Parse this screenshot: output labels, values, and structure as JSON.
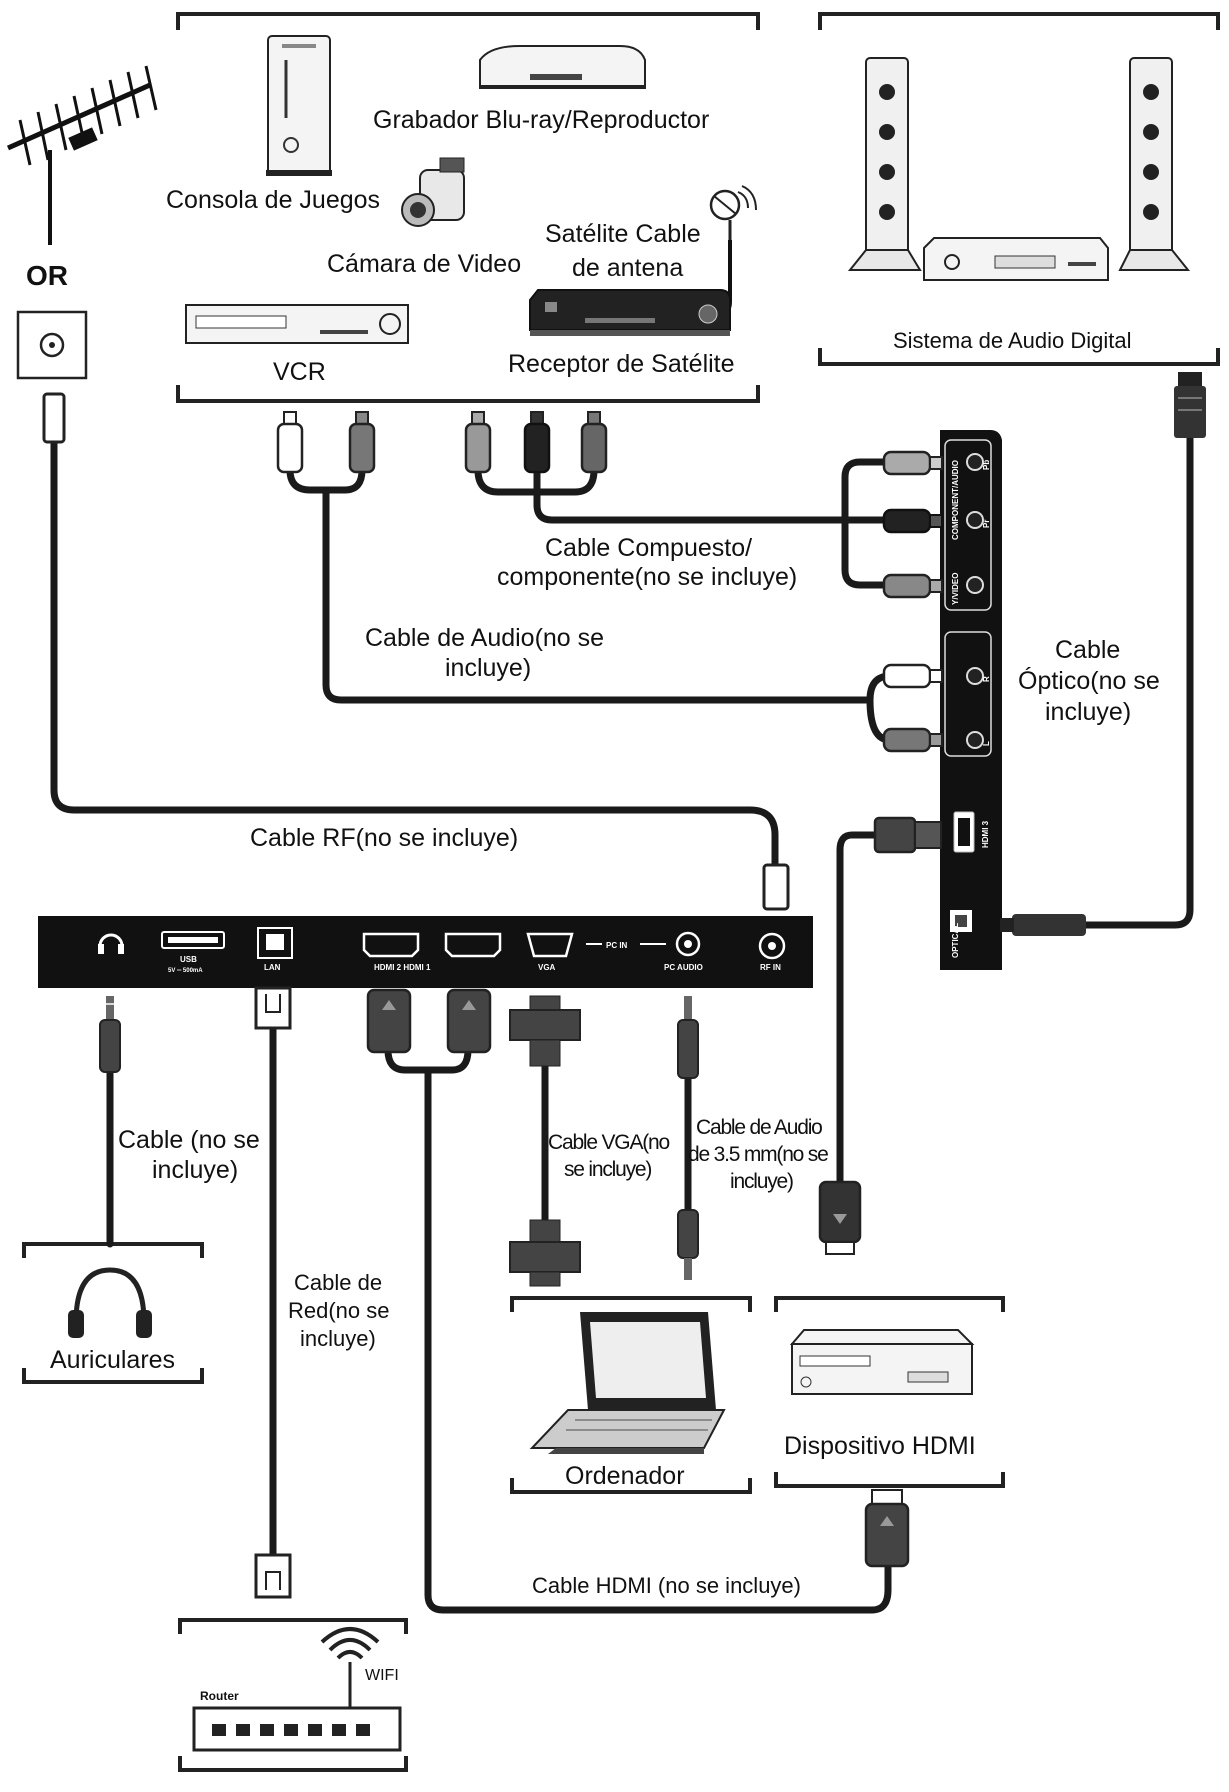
{
  "labels": {
    "or": "OR",
    "game_console": "Consola de Juegos",
    "bluray": "Grabador Blu-ray/Reproductor",
    "video_camera": "Cámara de Video",
    "satellite_cable_1": "Satélite Cable",
    "satellite_cable_2": "de antena",
    "vcr": "VCR",
    "satellite_receiver": "Receptor de Satélite",
    "digital_audio_system": "Sistema de Audio Digital",
    "composite_1": "Cable Compuesto/",
    "composite_2": "componente(no se incluye)",
    "audio_cable_1": "Cable de Audio(no se",
    "audio_cable_2": "incluye)",
    "optical_1": "Cable",
    "optical_2": "Óptico(no se",
    "optical_3": "incluye)",
    "rf_cable": "Cable RF(no se incluye)",
    "headphone_cable_1": "Cable  (no se",
    "headphone_cable_2": "incluye)",
    "headphones": "Auriculares",
    "network_1": "Cable de",
    "network_2": "Red(no se",
    "network_3": "incluye)",
    "vga_cable_1": "Cable VGA(no",
    "vga_cable_2": "se incluye)",
    "audio35_1": "Cable de Audio",
    "audio35_2": "de 3.5 mm(no se",
    "audio35_3": "incluye)",
    "computer": "Ordenador",
    "hdmi_device": "Dispositivo HDMI",
    "hdmi_cable": "Cable HDMI (no se incluye)",
    "wifi": "WIFI",
    "router": "Router"
  },
  "bottom_panel": {
    "usb": "USB",
    "usb_spec": "5V ═ 500mA",
    "lan": "LAN",
    "hdmi2_hdmi1": "HDMI 2  HDMI 1",
    "vga": "VGA",
    "pc_in": "PC IN",
    "pc_audio": "PC AUDIO",
    "rf_in": "RF IN"
  },
  "side_panel": {
    "component_audio": "COMPONENT/AUDIO",
    "pb": "Pb",
    "pr": "Pr",
    "y_video": "Y/VIDEO",
    "r": "R",
    "l": "L",
    "hdmi3": "HDMI 3",
    "optical": "OPTICAL"
  }
}
